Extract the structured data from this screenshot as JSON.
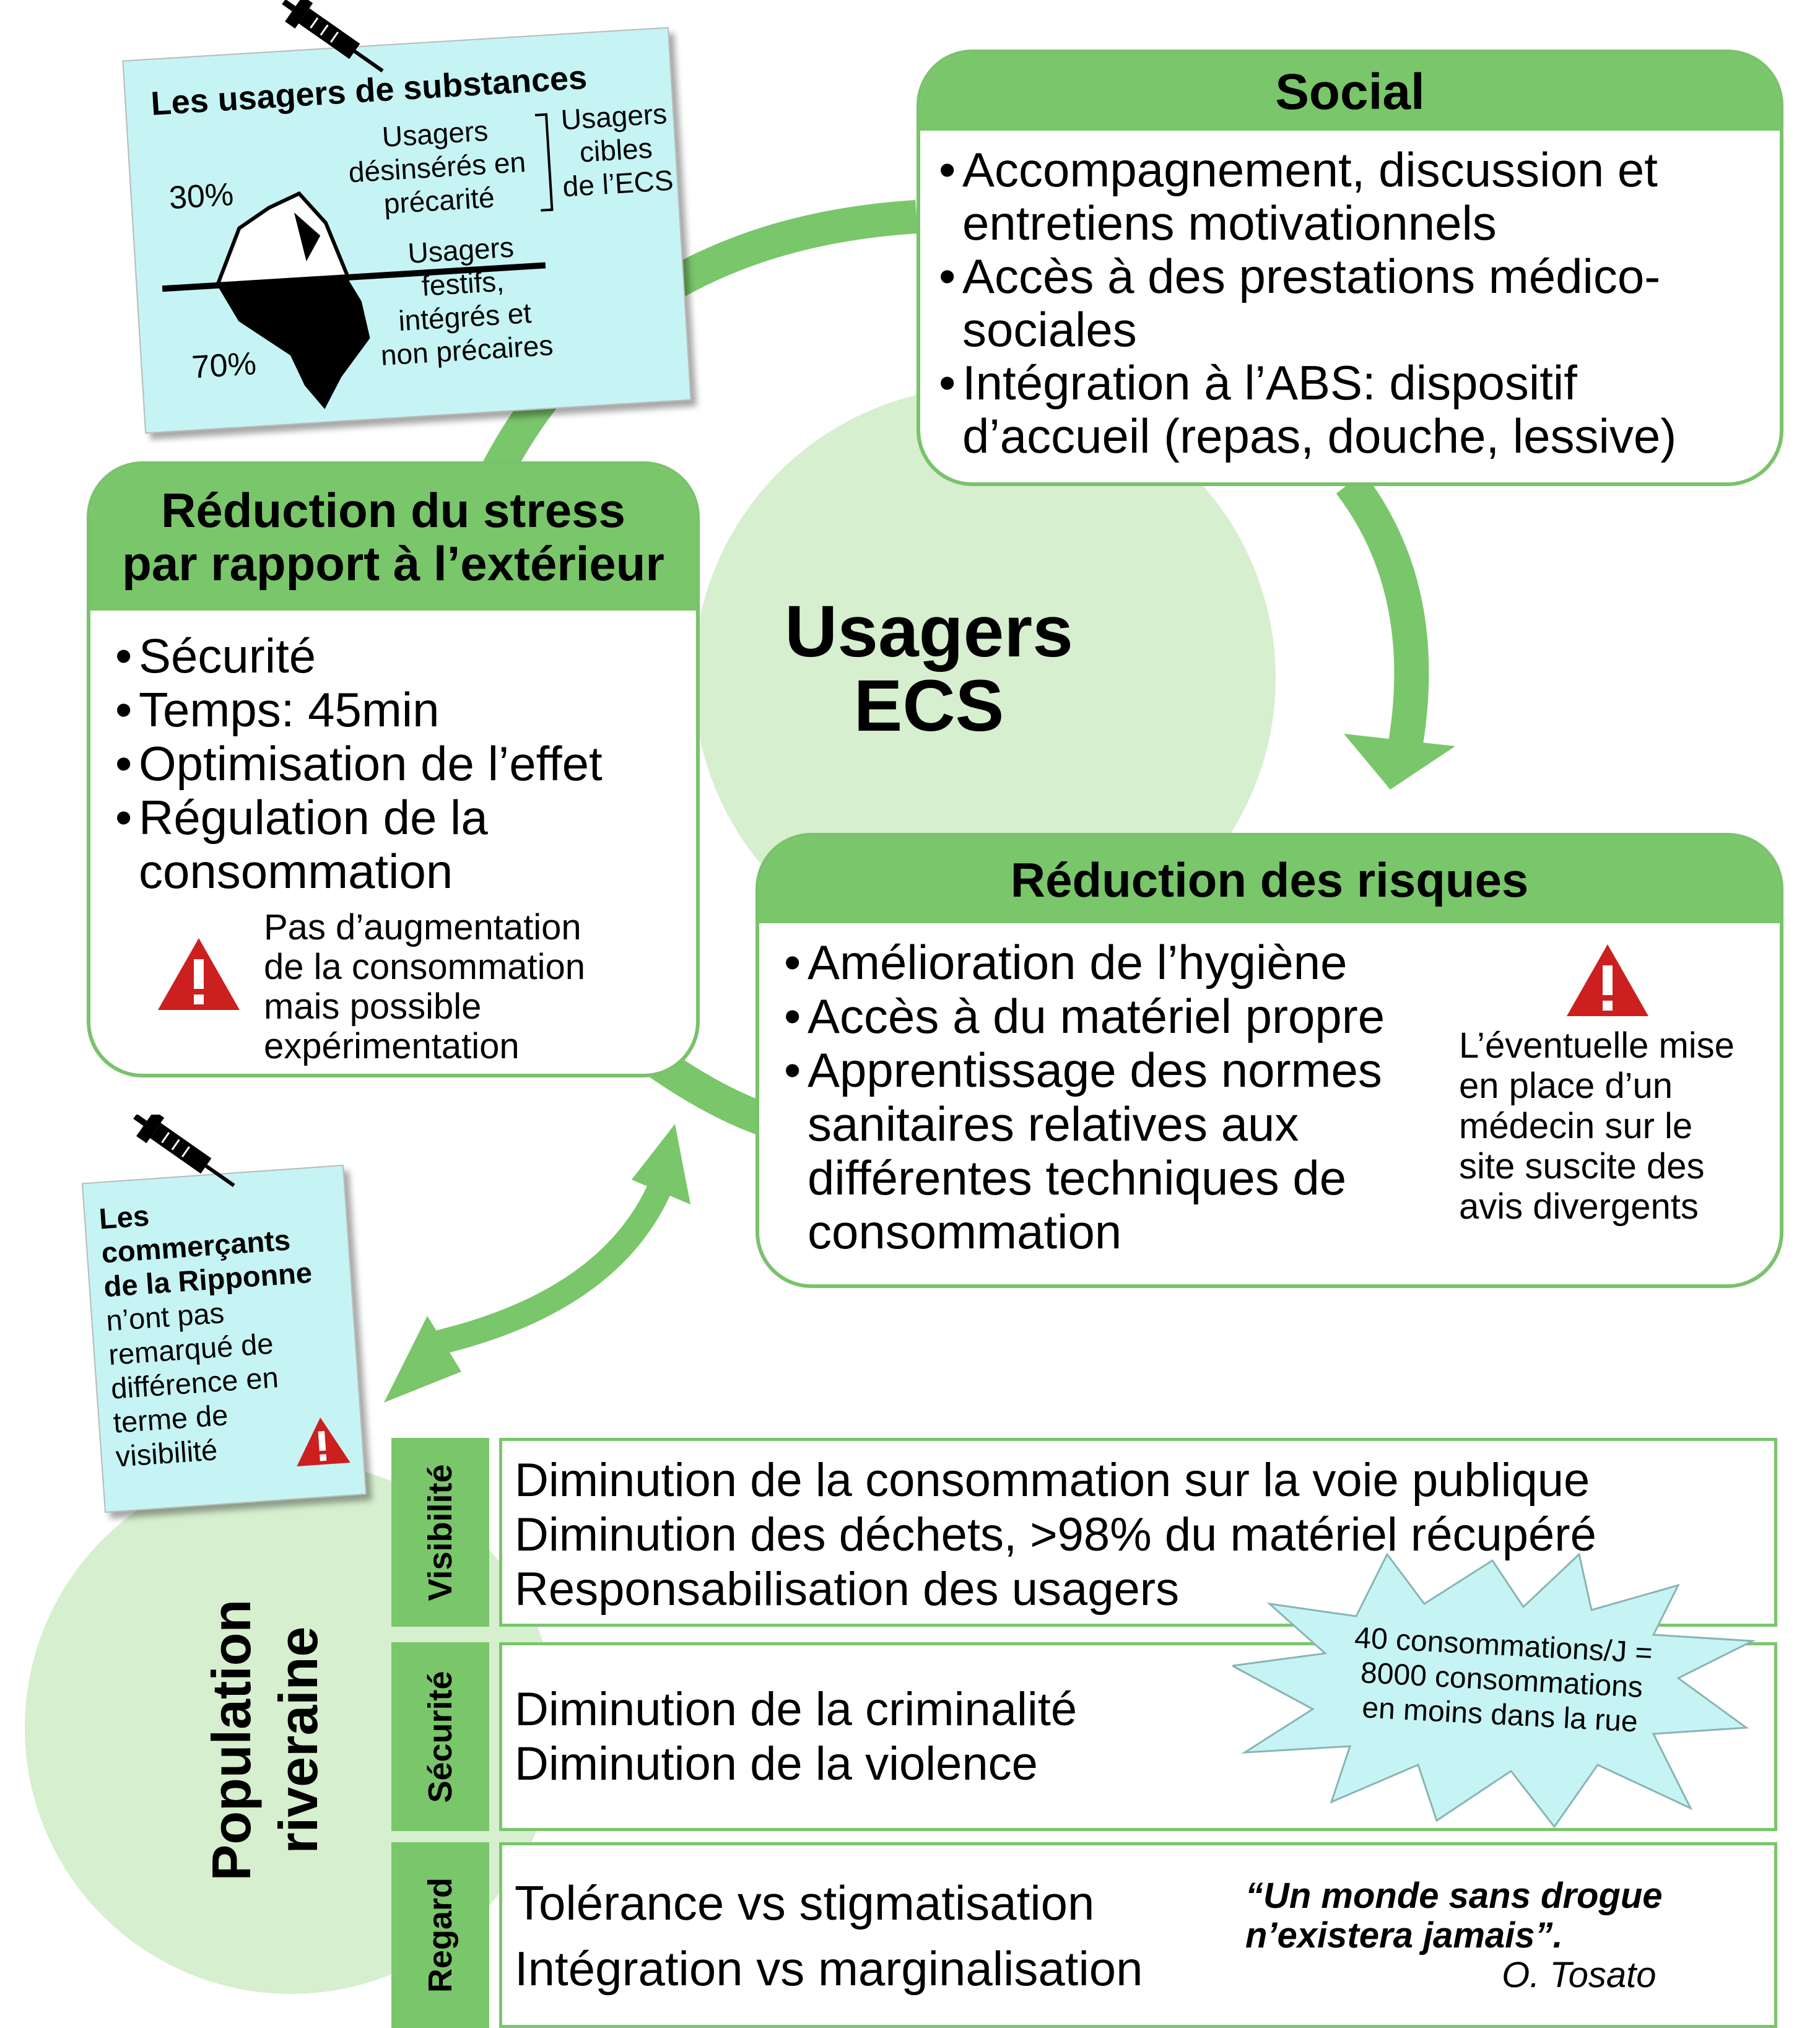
{
  "center_label": {
    "line1": "Usagers",
    "line2": "ECS"
  },
  "iceberg_note": {
    "title": "Les usagers de substances",
    "pct_top": "30%",
    "pct_bottom": "70%",
    "top_text": [
      "Usagers",
      "désinsérés en",
      "précarité"
    ],
    "target_text": [
      "Usagers",
      "cibles",
      "de l’ECS"
    ],
    "bottom_text": [
      "Usagers",
      "festifs,",
      "intégrés et",
      "non précaires"
    ]
  },
  "social": {
    "title": "Social",
    "items": [
      "Accompagnement, discussion et entretiens motivationnels",
      "Accès à des prestations médico-sociales",
      "Intégration à l’ABS: dispositif d’accueil (repas, douche, lessive)"
    ]
  },
  "stress": {
    "title_line1": "Réduction du stress",
    "title_line2": "par rapport à l’extérieur",
    "items": [
      "Sécurité",
      "Temps: 45min",
      "Optimisation de l’effet",
      "Régulation de la consommation"
    ],
    "warning": [
      "Pas d’augmentation",
      "de la consommation",
      "mais possible",
      "expérimentation"
    ]
  },
  "risques": {
    "title": "Réduction des risques",
    "items": [
      "Amélioration de l’hygiène",
      "Accès à du matériel propre",
      "Apprentissage des normes sanitaires relatives aux différentes techniques de consommation"
    ],
    "warning": [
      "L’éventuelle mise",
      "en place d’un",
      "médecin sur le",
      "site suscite des",
      "avis divergents"
    ]
  },
  "commercants_note": {
    "bold_lines": [
      "Les",
      "commerçants",
      "de la Ripponne"
    ],
    "lines": [
      "n’ont pas",
      "remarqué de",
      "différence en",
      "terme de",
      "visibilité"
    ]
  },
  "population": {
    "line1": "Population",
    "line2": "riveraine"
  },
  "rows": {
    "visibilite": {
      "label": "Visibilité",
      "lines": [
        "Diminution de la consommation sur la voie publique",
        "Diminution des déchets, >98% du matériel récupéré",
        "Responsabilisation des usagers"
      ]
    },
    "securite": {
      "label": "Sécurité",
      "lines": [
        "Diminution de la criminalité",
        "Diminution de la violence"
      ]
    },
    "regard": {
      "label": "Regard",
      "lines": [
        "Tolérance vs stigmatisation",
        "Intégration vs marginalisation"
      ]
    }
  },
  "starburst": {
    "lines": [
      "40 consommations/J =",
      "8000 consommations",
      "en moins dans la rue"
    ]
  },
  "quote": {
    "line1": "“Un monde sans drogue",
    "line2": "n’existera jamais”.",
    "author": "O. Tosato"
  },
  "colors": {
    "green": "#7ac66b",
    "light_green": "#d6efce",
    "cyan_note": "#c6f4f4",
    "warning_red": "#cc1f1f"
  }
}
